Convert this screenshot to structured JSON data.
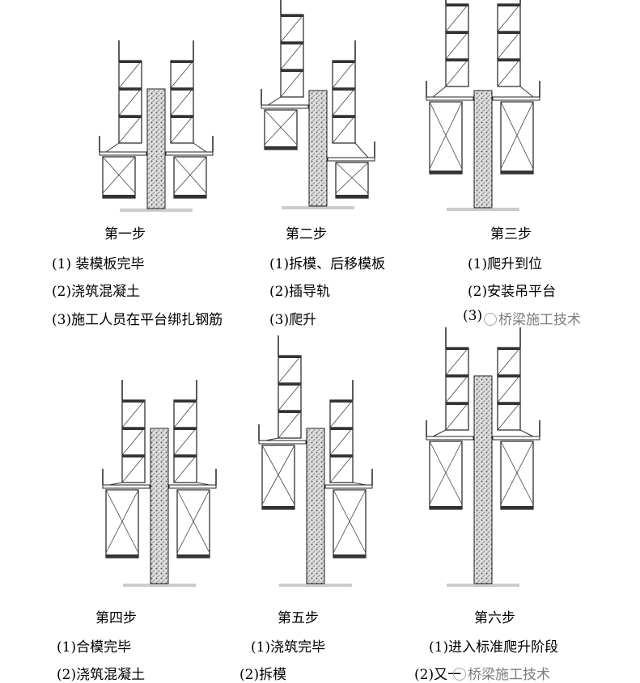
{
  "steps": [
    {
      "title": "第一步",
      "items": [
        "(1)  装模板完毕",
        "(2)浇筑混凝土",
        "(3)施工人员在平台绑扎钢筋"
      ]
    },
    {
      "title": "第二步",
      "items": [
        "(1)拆模、后移模板",
        "(2)插导轨",
        "(3)爬升"
      ]
    },
    {
      "title": "第三步",
      "items": [
        "(1)爬升到位",
        "(2)安装吊平台",
        "(3)"
      ]
    },
    {
      "title": "第四步",
      "items": [
        "(1)合模完毕",
        "(2)浇筑混凝土"
      ]
    },
    {
      "title": "第五步",
      "items": [
        "(1)浇筑完毕",
        "(2)拆模"
      ]
    },
    {
      "title": "第六步",
      "items": [
        "(1)进入标准爬升阶段",
        "(2)又一"
      ]
    }
  ],
  "watermark": "桥梁施工技术"
}
